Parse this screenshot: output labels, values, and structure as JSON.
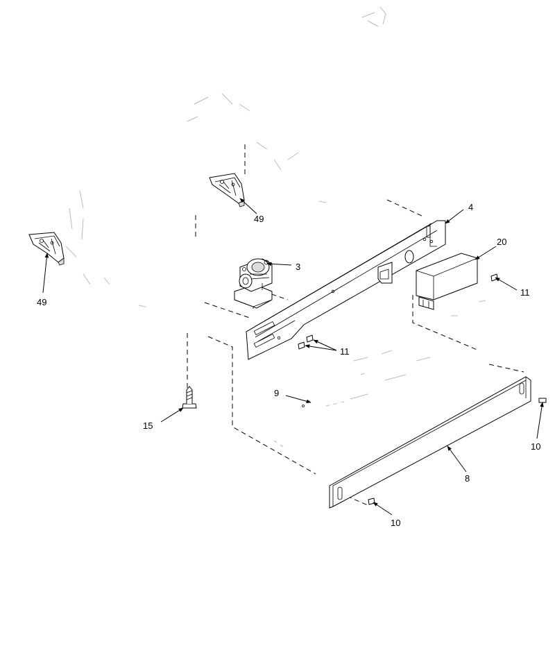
{
  "callouts": {
    "c49_left": "49",
    "c49_top": "49",
    "c4": "4",
    "c20": "20",
    "c3": "3",
    "c11_right": "11",
    "c11_mid": "11",
    "c9": "9",
    "c15": "15",
    "c10_right": "10",
    "c10_bottom": "10",
    "c8": "8"
  }
}
